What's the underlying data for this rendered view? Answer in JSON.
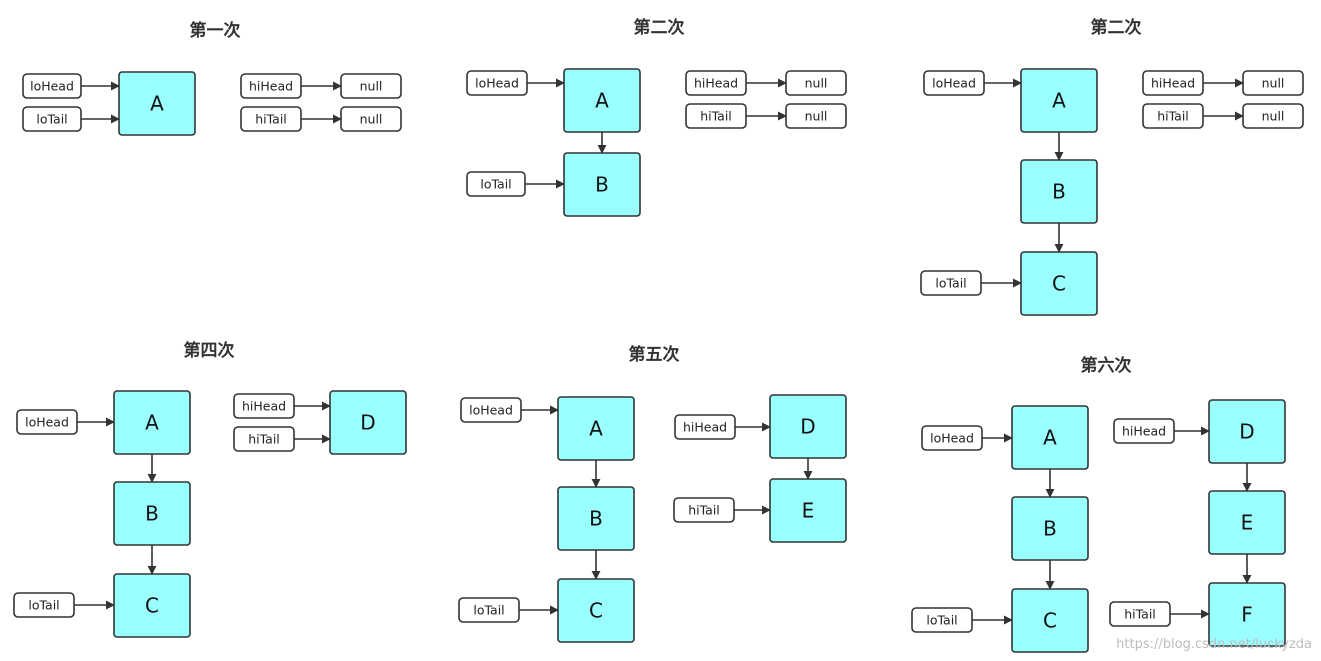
{
  "colors": {
    "node_fill": "#99ffff",
    "stroke": "#333333",
    "box_fill": "#ffffff"
  },
  "panels": [
    {
      "title": "第一次",
      "nodes": [
        {
          "id": "pA",
          "label": "A"
        }
      ],
      "pointers": [
        {
          "id": "loHead",
          "label": "loHead"
        },
        {
          "id": "loTail",
          "label": "loTail"
        },
        {
          "id": "hiHead",
          "label": "hiHead"
        },
        {
          "id": "hiTail",
          "label": "hiTail"
        },
        {
          "id": "n1",
          "label": "null"
        },
        {
          "id": "n2",
          "label": "null"
        }
      ],
      "edges": [
        [
          "loHead",
          "pA"
        ],
        [
          "loTail",
          "pA"
        ],
        [
          "hiHead",
          "n1"
        ],
        [
          "hiTail",
          "n2"
        ]
      ]
    },
    {
      "title": "第二次",
      "nodes": [
        {
          "id": "pA",
          "label": "A"
        },
        {
          "id": "pB",
          "label": "B"
        }
      ],
      "pointers": [
        {
          "id": "loHead",
          "label": "loHead"
        },
        {
          "id": "loTail",
          "label": "loTail"
        },
        {
          "id": "hiHead",
          "label": "hiHead"
        },
        {
          "id": "hiTail",
          "label": "hiTail"
        },
        {
          "id": "n1",
          "label": "null"
        },
        {
          "id": "n2",
          "label": "null"
        }
      ],
      "edges": [
        [
          "loHead",
          "pA"
        ],
        [
          "pA",
          "pB"
        ],
        [
          "loTail",
          "pB"
        ],
        [
          "hiHead",
          "n1"
        ],
        [
          "hiTail",
          "n2"
        ]
      ]
    },
    {
      "title": "第二次",
      "nodes": [
        {
          "id": "pA",
          "label": "A"
        },
        {
          "id": "pB",
          "label": "B"
        },
        {
          "id": "pC",
          "label": "C"
        }
      ],
      "pointers": [
        {
          "id": "loHead",
          "label": "loHead"
        },
        {
          "id": "loTail",
          "label": "loTail"
        },
        {
          "id": "hiHead",
          "label": "hiHead"
        },
        {
          "id": "hiTail",
          "label": "hiTail"
        },
        {
          "id": "n1",
          "label": "null"
        },
        {
          "id": "n2",
          "label": "null"
        }
      ],
      "edges": [
        [
          "loHead",
          "pA"
        ],
        [
          "pA",
          "pB"
        ],
        [
          "pB",
          "pC"
        ],
        [
          "loTail",
          "pC"
        ],
        [
          "hiHead",
          "n1"
        ],
        [
          "hiTail",
          "n2"
        ]
      ]
    },
    {
      "title": "第四次",
      "nodes": [
        {
          "id": "pA",
          "label": "A"
        },
        {
          "id": "pB",
          "label": "B"
        },
        {
          "id": "pC",
          "label": "C"
        },
        {
          "id": "pD",
          "label": "D"
        }
      ],
      "pointers": [
        {
          "id": "loHead",
          "label": "loHead"
        },
        {
          "id": "loTail",
          "label": "loTail"
        },
        {
          "id": "hiHead",
          "label": "hiHead"
        },
        {
          "id": "hiTail",
          "label": "hiTail"
        }
      ],
      "edges": [
        [
          "loHead",
          "pA"
        ],
        [
          "pA",
          "pB"
        ],
        [
          "pB",
          "pC"
        ],
        [
          "loTail",
          "pC"
        ],
        [
          "hiHead",
          "pD"
        ],
        [
          "hiTail",
          "pD"
        ]
      ]
    },
    {
      "title": "第五次",
      "nodes": [
        {
          "id": "pA",
          "label": "A"
        },
        {
          "id": "pB",
          "label": "B"
        },
        {
          "id": "pC",
          "label": "C"
        },
        {
          "id": "pD",
          "label": "D"
        },
        {
          "id": "pE",
          "label": "E"
        }
      ],
      "pointers": [
        {
          "id": "loHead",
          "label": "loHead"
        },
        {
          "id": "loTail",
          "label": "loTail"
        },
        {
          "id": "hiHead",
          "label": "hiHead"
        },
        {
          "id": "hiTail",
          "label": "hiTail"
        }
      ],
      "edges": [
        [
          "loHead",
          "pA"
        ],
        [
          "pA",
          "pB"
        ],
        [
          "pB",
          "pC"
        ],
        [
          "loTail",
          "pC"
        ],
        [
          "hiHead",
          "pD"
        ],
        [
          "pD",
          "pE"
        ],
        [
          "hiTail",
          "pE"
        ]
      ]
    },
    {
      "title": "第六次",
      "nodes": [
        {
          "id": "pA",
          "label": "A"
        },
        {
          "id": "pB",
          "label": "B"
        },
        {
          "id": "pC",
          "label": "C"
        },
        {
          "id": "pD",
          "label": "D"
        },
        {
          "id": "pE",
          "label": "E"
        },
        {
          "id": "pF",
          "label": "F"
        }
      ],
      "pointers": [
        {
          "id": "loHead",
          "label": "loHead"
        },
        {
          "id": "loTail",
          "label": "loTail"
        },
        {
          "id": "hiHead",
          "label": "hiHead"
        },
        {
          "id": "hiTail",
          "label": "hiTail"
        }
      ],
      "edges": [
        [
          "loHead",
          "pA"
        ],
        [
          "pA",
          "pB"
        ],
        [
          "pB",
          "pC"
        ],
        [
          "loTail",
          "pC"
        ],
        [
          "hiHead",
          "pD"
        ],
        [
          "pD",
          "pE"
        ],
        [
          "pE",
          "pF"
        ],
        [
          "hiTail",
          "pF"
        ]
      ]
    }
  ],
  "watermark": "https://blog.csdn.net/luckyzda"
}
